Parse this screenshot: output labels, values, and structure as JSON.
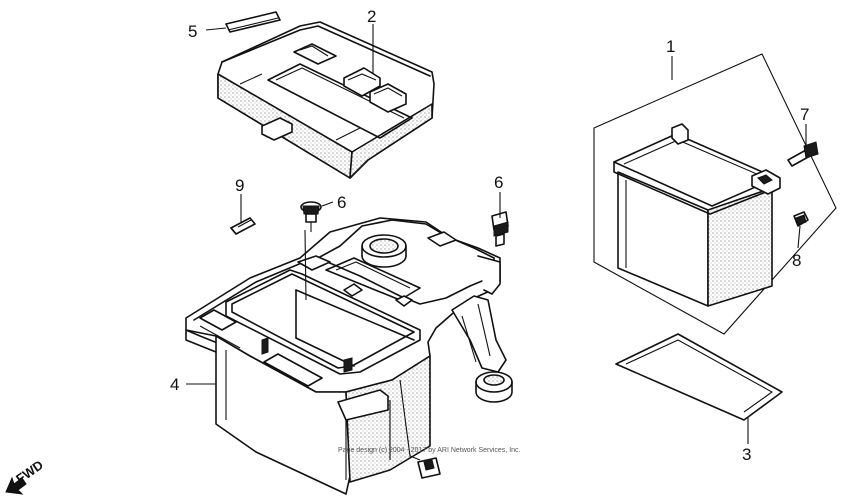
{
  "diagram": {
    "callouts": {
      "c1": "1",
      "c2": "2",
      "c3": "3",
      "c4": "4",
      "c5": "5",
      "c6a": "6",
      "c6b": "6",
      "c7": "7",
      "c8": "8",
      "c9": "9"
    },
    "direction_label": "FWD",
    "copyright": "Page design (c) 2004 - 2017 by ARI Network Services, Inc."
  },
  "icons": {
    "direction_arrow": "arrow-down-left-icon"
  }
}
